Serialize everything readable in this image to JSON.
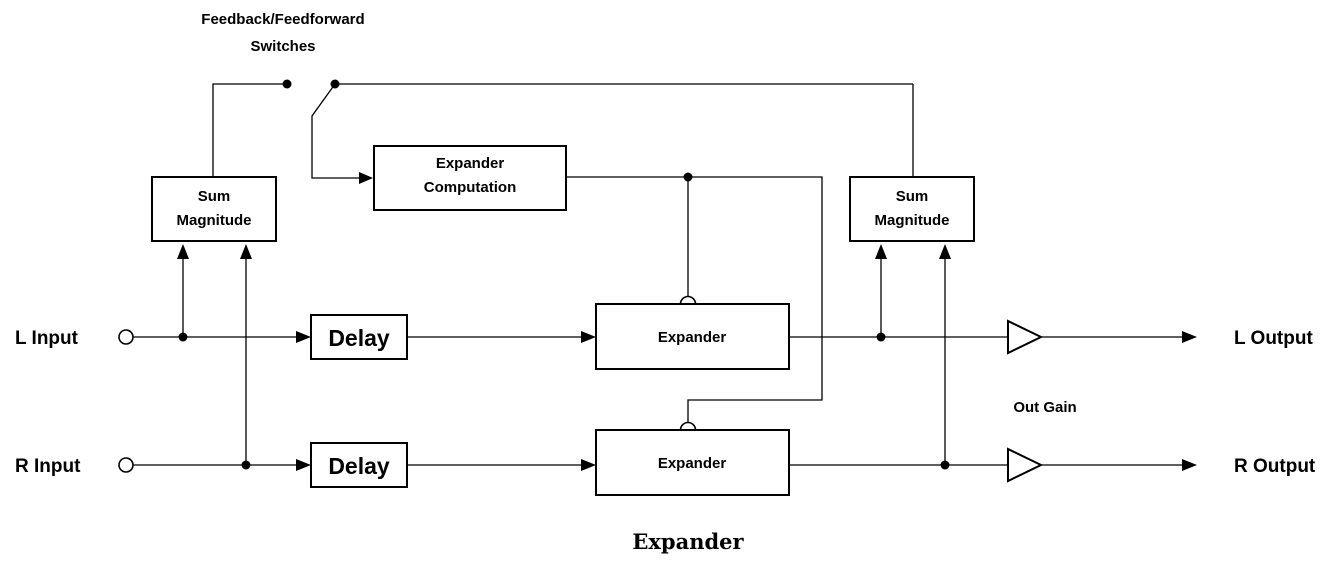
{
  "switches_label": [
    "Feedback/Feedforward",
    "Switches"
  ],
  "blocks": {
    "sum_left": [
      "Sum",
      "Magnitude"
    ],
    "sum_right": [
      "Sum",
      "Magnitude"
    ],
    "computation": [
      "Expander",
      "Computation"
    ],
    "delay_left": "Delay",
    "delay_right": "Delay",
    "expander_left": "Expander",
    "expander_right": "Expander"
  },
  "io": {
    "l_input": "L Input",
    "r_input": "R Input",
    "l_output": "L Output",
    "r_output": "R Output"
  },
  "out_gain_label": "Out Gain",
  "caption": "Expander"
}
